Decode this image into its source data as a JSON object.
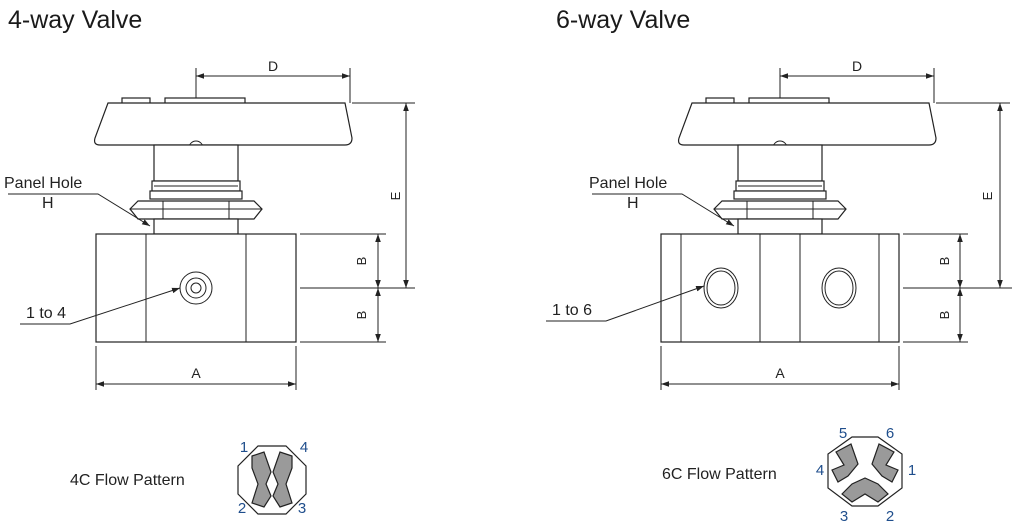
{
  "colors": {
    "line": "#222222",
    "port_numbers": "#1f4e8c",
    "flow_fill": "#9a9a9a"
  },
  "left": {
    "title": "4-way Valve",
    "panel_hole_label": "Panel Hole",
    "panel_hole_sub": "H",
    "ports_label": "1 to 4",
    "dim_a": "A",
    "dim_b_upper": "B",
    "dim_b_lower": "B",
    "dim_d": "D",
    "dim_e": "E",
    "flow_label": "4C Flow Pattern",
    "ports": [
      "1",
      "2",
      "3",
      "4"
    ]
  },
  "right": {
    "title": "6-way Valve",
    "panel_hole_label": "Panel Hole",
    "panel_hole_sub": "H",
    "ports_label": "1 to 6",
    "dim_a": "A",
    "dim_b_upper": "B",
    "dim_b_lower": "B",
    "dim_d": "D",
    "dim_e": "E",
    "flow_label": "6C Flow Pattern",
    "ports": [
      "1",
      "2",
      "3",
      "4",
      "5",
      "6"
    ]
  }
}
